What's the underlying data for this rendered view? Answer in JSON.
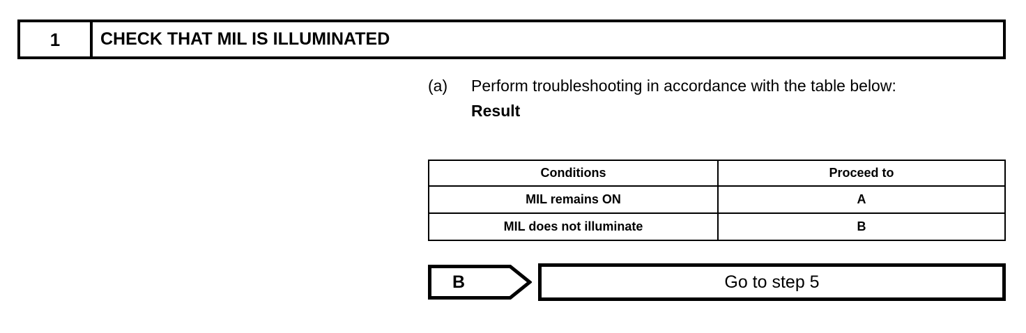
{
  "step_header": {
    "number": "1",
    "title": "CHECK THAT MIL IS ILLUMINATED"
  },
  "instruction": {
    "marker": "(a)",
    "text": "Perform troubleshooting in accordance with the table below:",
    "subhead": "Result"
  },
  "result_table": {
    "columns": [
      "Conditions",
      "Proceed to"
    ],
    "rows": [
      {
        "condition": "MIL remains ON",
        "proceed_to": "A"
      },
      {
        "condition": "MIL does not illuminate",
        "proceed_to": "B"
      }
    ]
  },
  "flow": {
    "branch_label": "B",
    "target_label": "Go to step 5"
  },
  "colors": {
    "ink": "#000000",
    "paper": "#ffffff"
  }
}
